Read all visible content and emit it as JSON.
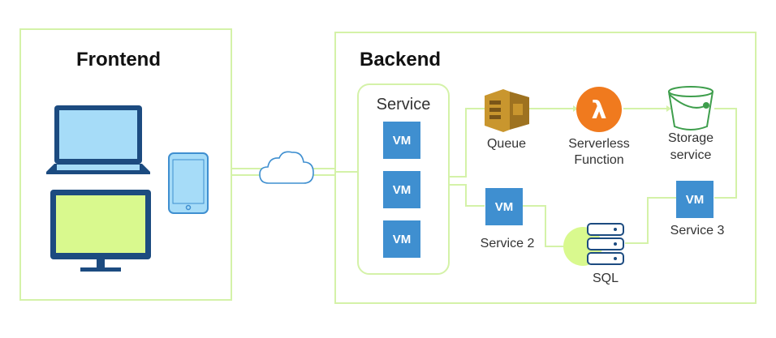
{
  "frontend": {
    "title": "Frontend"
  },
  "backend": {
    "title": "Backend",
    "service_group": {
      "label": "Service",
      "vms": [
        "VM",
        "VM",
        "VM"
      ]
    },
    "queue": {
      "label": "Queue"
    },
    "serverless": {
      "label_line1": "Serverless",
      "label_line2": "Function"
    },
    "storage": {
      "label_line1": "Storage",
      "label_line2": "service"
    },
    "service2": {
      "vm": "VM",
      "label": "Service 2"
    },
    "sql": {
      "label": "SQL"
    },
    "service3": {
      "vm": "VM",
      "label": "Service 3"
    }
  },
  "colors": {
    "panel_border": "#d4f2a8",
    "line": "#d4f2a8",
    "vm_blue": "#3f8fd0",
    "device_navy": "#1c4b80",
    "screen_blue": "#a6dcf8",
    "monitor_screen": "#d9f98e",
    "queue_gold": "#c9962e",
    "lambda_orange": "#f07a1e",
    "bucket_green": "#3e9e4c"
  },
  "icons": [
    "laptop-icon",
    "monitor-icon",
    "phone-icon",
    "cloud-icon",
    "queue-icon",
    "lambda-icon",
    "bucket-icon",
    "database-icon"
  ]
}
